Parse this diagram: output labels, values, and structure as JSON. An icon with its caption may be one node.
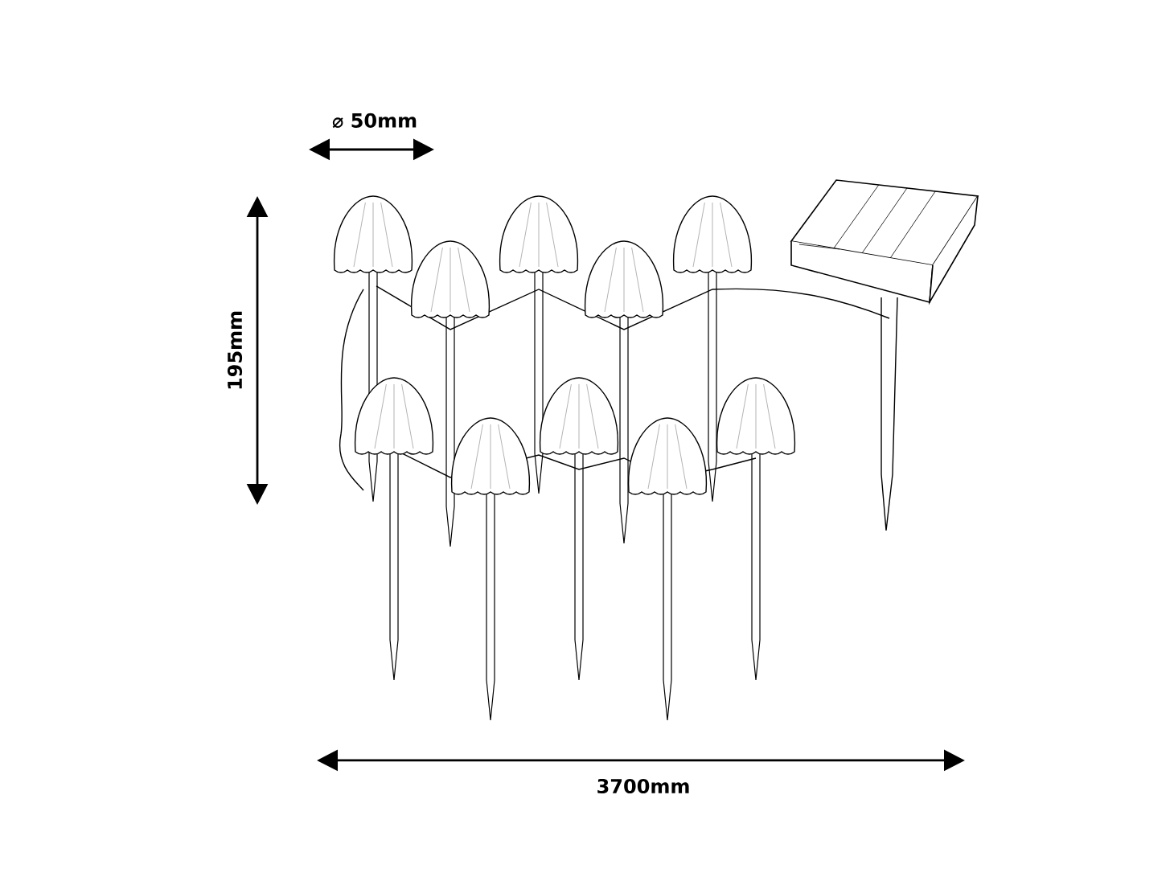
{
  "diagram": {
    "labels": [
      "⌀ 50mm",
      "195mm",
      "3700mm"
    ]
  }
}
